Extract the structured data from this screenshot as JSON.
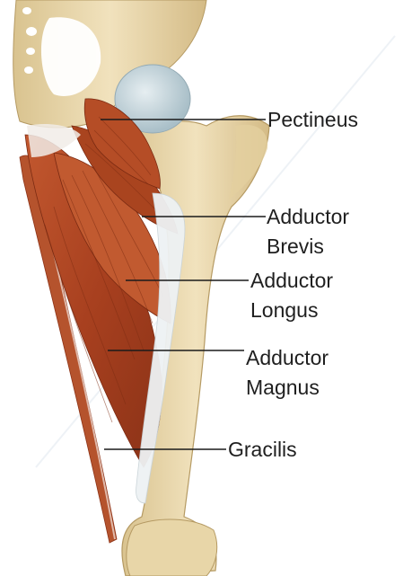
{
  "labels": {
    "pectineus": "Pectineus",
    "adductor_brevis": [
      "Adductor",
      "Brevis"
    ],
    "adductor_longus": [
      "Adductor",
      "Longus"
    ],
    "adductor_magnus": [
      "Adductor",
      "Magnus"
    ],
    "gracilis": "Gracilis"
  },
  "colors": {
    "bone": "#ecdcb4",
    "bone_shade": "#d8c08c",
    "cartilage": "#c9d9df",
    "muscle": "#b0482a",
    "muscle_dark": "#8e3418",
    "tendon": "#e9eef1",
    "leader_line": "#1a1a1a"
  }
}
